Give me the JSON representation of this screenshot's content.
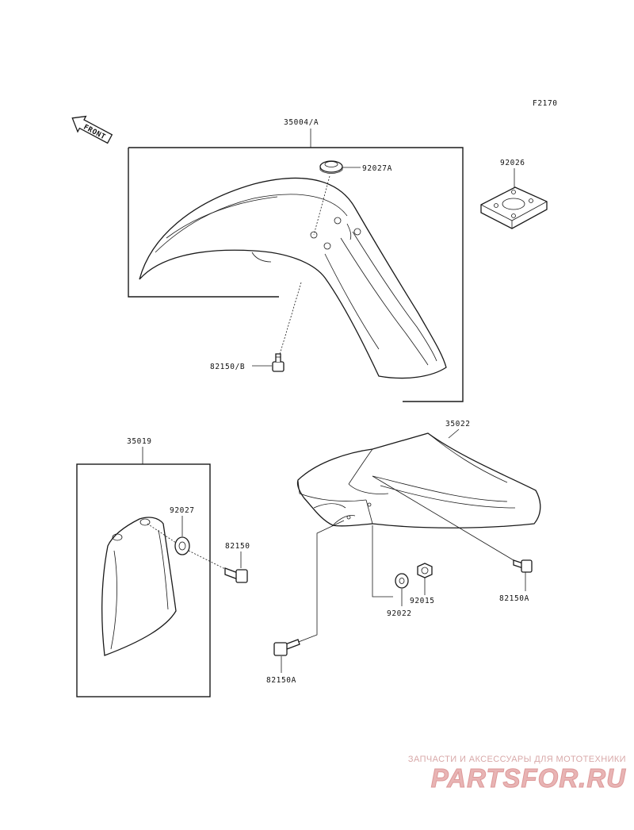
{
  "diagram": {
    "figure_code": "F2170",
    "direction_label": "FRONT",
    "parts": {
      "front_fender": "35004/A",
      "front_fender_grommet": "92027A",
      "front_fender_bolt": "82150/B",
      "spacer": "92026",
      "mud_guard": "35019",
      "mud_guard_grommet": "92027",
      "mud_guard_bolt": "82150",
      "rear_fender": "35022",
      "rear_fender_bolt_right": "82150A",
      "rear_fender_bolt_left": "82150A",
      "washer": "92022",
      "nut": "92015"
    }
  },
  "watermark": {
    "tagline": "ЗАПЧАСТИ И АКСЕССУАРЫ ДЛЯ МОТОТЕХНИКИ",
    "logo_text": "PARTSFOR.RU"
  },
  "colors": {
    "line": "#1a1a1a",
    "background": "#ffffff",
    "watermark": "#e8b4b4"
  }
}
